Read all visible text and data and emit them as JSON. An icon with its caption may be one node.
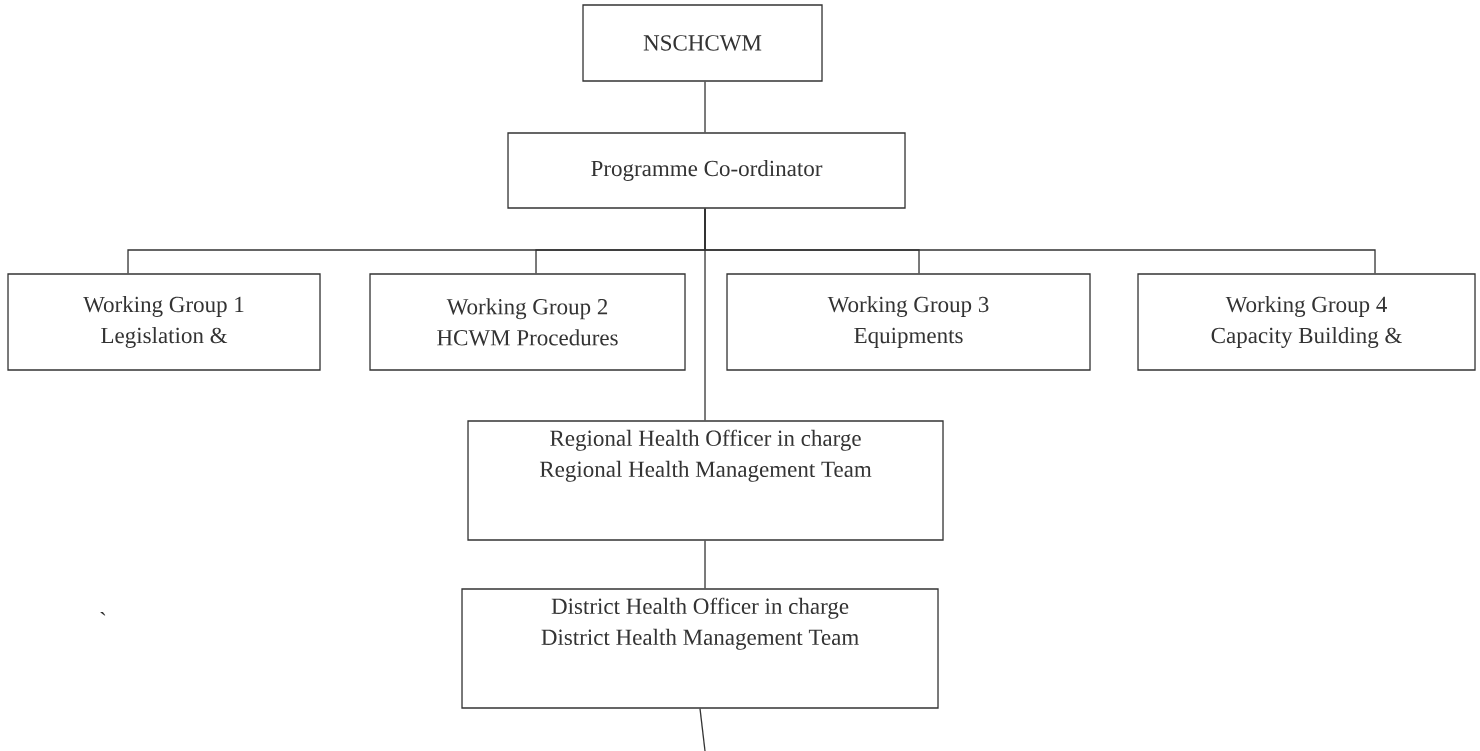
{
  "diagram": {
    "nodes": [
      {
        "text": [
          "NSCHCWM"
        ]
      },
      {
        "text": [
          "Programme Co-ordinator"
        ]
      },
      {
        "text": [
          "Working Group 1",
          "Legislation &"
        ]
      },
      {
        "text": [
          "Working Group 2",
          "HCWM Procedures"
        ]
      },
      {
        "text": [
          "Working Group 3",
          "Equipments"
        ]
      },
      {
        "text": [
          "Working Group 4",
          "Capacity Building &"
        ]
      },
      {
        "text": [
          "Regional Health Officer in charge",
          "Regional Health Management Team"
        ]
      },
      {
        "text": [
          "District Health Officer in charge",
          "District Health Management Team"
        ]
      }
    ],
    "edges": [
      {
        "from": 0,
        "to": 1,
        "arrow": "none"
      },
      {
        "from": 1,
        "to": 2,
        "arrow": "none"
      },
      {
        "from": 1,
        "to": 3,
        "arrow": "none"
      },
      {
        "from": 1,
        "to": 4,
        "arrow": "none"
      },
      {
        "from": 1,
        "to": 5,
        "arrow": "none"
      },
      {
        "from": 1,
        "to": 6,
        "arrow": "none"
      },
      {
        "from": 6,
        "to": 7,
        "arrow": "none"
      },
      {
        "from": 7,
        "to": null,
        "arrow": "none"
      }
    ],
    "labels": [
      "`"
    ]
  }
}
